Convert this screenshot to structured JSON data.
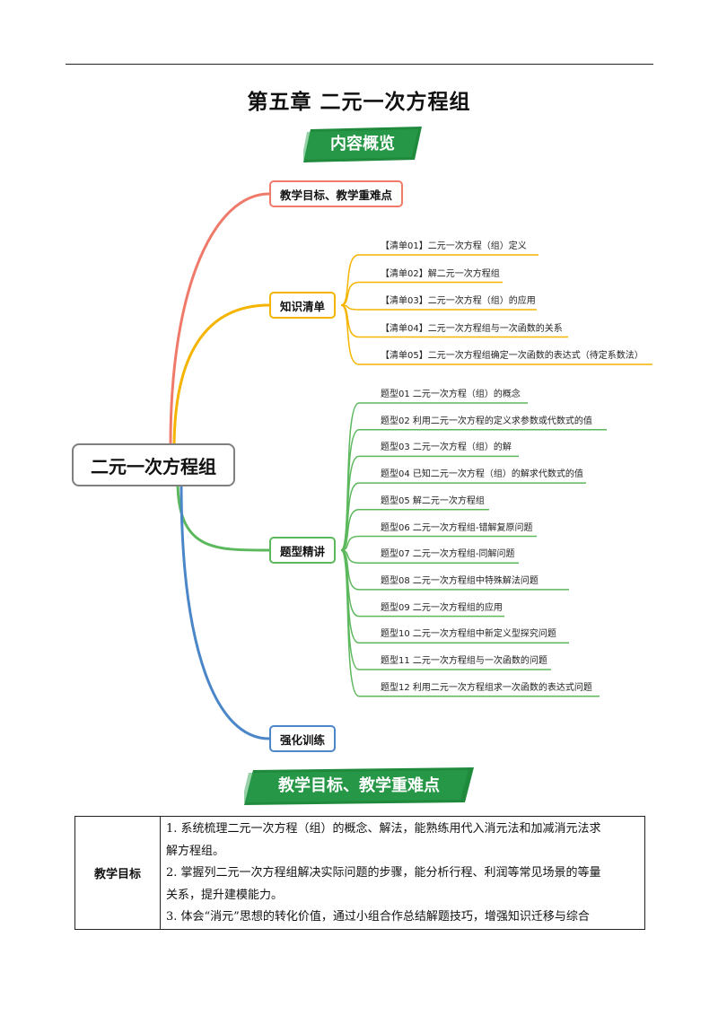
{
  "chapter_title": "第五章  二元一次方程组",
  "banners": {
    "overview": "内容概览",
    "goals": "教学目标、教学重难点"
  },
  "mindmap": {
    "root": "二元一次方程组",
    "branches": [
      {
        "label": "教学目标、教学重难点",
        "color": "#f07a6a",
        "items": []
      },
      {
        "label": "知识清单",
        "color": "#f4b400",
        "items": [
          "【清单01】二元一次方程（组）定义",
          "【清单02】解二元一次方程组",
          "【清单03】二元一次方程（组）的应用",
          "【清单04】二元一次方程组与一次函数的关系",
          "【清单05】二元一次方程组确定一次函数的表达式（待定系数法）"
        ]
      },
      {
        "label": "题型精讲",
        "color": "#5cb85c",
        "items": [
          "题型01  二元一次方程（组）的概念",
          "题型02  利用二元一次方程的定义求参数或代数式的值",
          "题型03  二元一次方程（组）的解",
          "题型04  已知二元一次方程（组）的解求代数式的值",
          "题型05  解二元一次方程组",
          "题型06  二元一次方程组-错解复原问题",
          "题型07  二元一次方程组-同解问题",
          "题型08  二元一次方程组中特殊解法问题",
          "题型09  二元一次方程组的应用",
          "题型10  二元一次方程组中新定义型探究问题",
          "题型11  二元一次方程组与一次函数的问题",
          "题型12  利用二元一次方程组求一次函数的表达式问题"
        ]
      },
      {
        "label": "强化训练",
        "color": "#4a86c8",
        "items": []
      }
    ]
  },
  "goals_table": {
    "label": "教学目标",
    "lines": [
      "1. 系统梳理二元一次方程（组）的概念、解法，能熟练用代入消元法和加减消元法求",
      "解方程组。",
      "2. 掌握列二元一次方程组解决实际问题的步骤，能分析行程、利润等常见场景的等量",
      "关系，提升建模能力。",
      "3. 体会“消元”思想的转化价值，通过小组合作总结解题技巧，增强知识迁移与综合"
    ]
  }
}
